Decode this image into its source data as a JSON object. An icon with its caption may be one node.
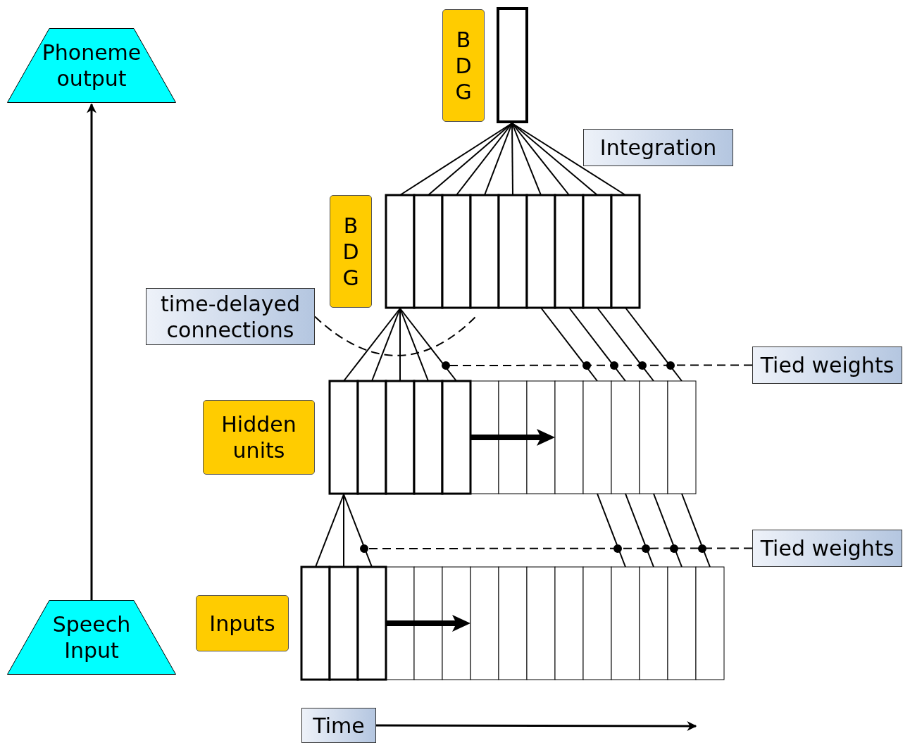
{
  "diagram": {
    "nodes": [
      {
        "text": [
          "Phoneme output"
        ]
      },
      {
        "text": [
          "B D G"
        ]
      },
      {
        "text": [
          "Integration"
        ]
      },
      {
        "text": [
          "B D G"
        ]
      },
      {
        "text": [
          "time-delayed connections"
        ]
      },
      {
        "text": [
          "Tied weights"
        ]
      },
      {
        "text": [
          "Hidden units"
        ]
      },
      {
        "text": [
          "Tied weights"
        ]
      },
      {
        "text": [
          "Inputs"
        ]
      },
      {
        "text": [
          "Speech Input"
        ]
      },
      {
        "text": [
          "Time"
        ]
      }
    ],
    "edges": [
      {
        "from": 9,
        "to": 0,
        "arrow": "to"
      },
      {
        "from": 4,
        "to": null,
        "arrow": "none",
        "style": "dashed"
      },
      {
        "from": 5,
        "to": null,
        "arrow": "other",
        "style": "dashed"
      },
      {
        "from": 7,
        "to": null,
        "arrow": "other",
        "style": "dashed"
      },
      {
        "from": 10,
        "to": null,
        "arrow": "to"
      }
    ]
  }
}
